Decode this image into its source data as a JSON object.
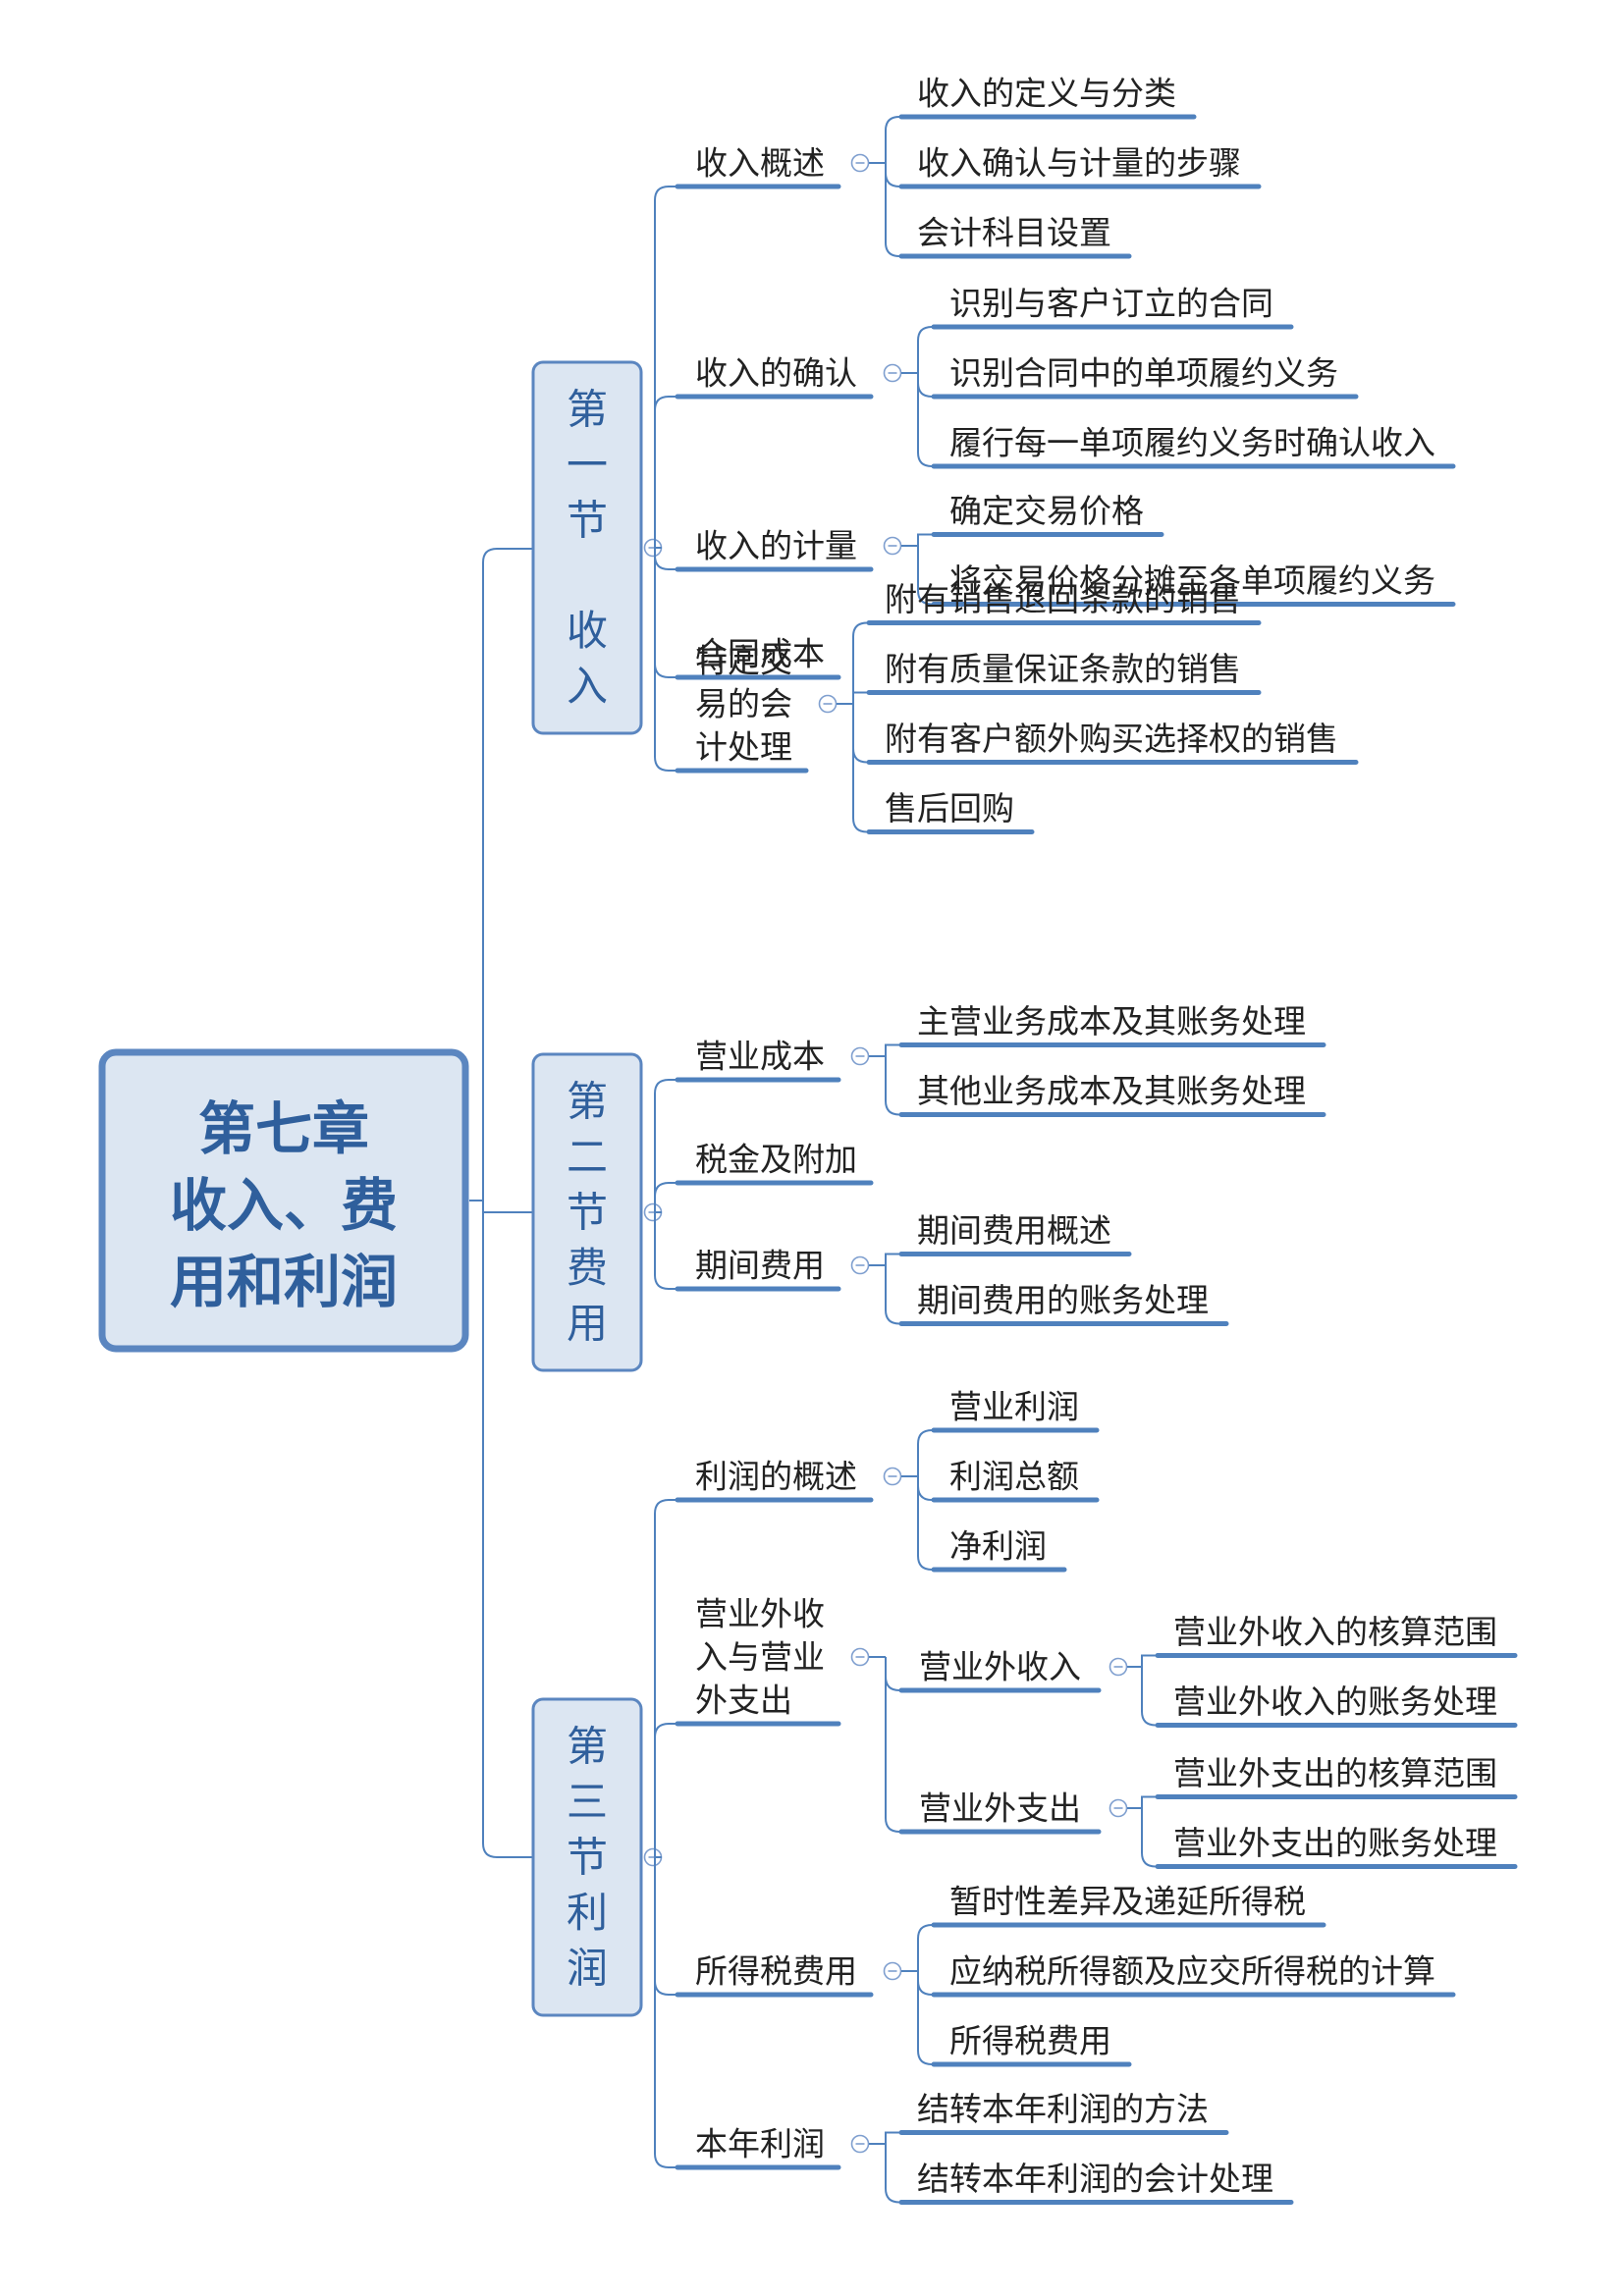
{
  "colors": {
    "line": "#4f81bd",
    "underline": "#4f81bd",
    "box_fill": "#dce6f2",
    "box_border": "#5b86c0",
    "text_dark": "#222222",
    "text_blue": "#2f5f9c"
  },
  "root": {
    "lines": [
      "第七章",
      "收入、费",
      "用和利润"
    ]
  },
  "sections": [
    {
      "chars": [
        "第",
        "一",
        "节",
        "",
        "收",
        "入"
      ],
      "topics": [
        {
          "lines": [
            "收入概述"
          ],
          "children": [
            "收入的定义与分类",
            "收入确认与计量的步骤",
            "会计科目设置"
          ]
        },
        {
          "lines": [
            "收入的确认"
          ],
          "children": [
            "识别与客户订立的合同",
            "识别合同中的单项履约义务",
            "履行每一单项履约义务时确认收入"
          ]
        },
        {
          "lines": [
            "收入的计量"
          ],
          "children": [
            "确定交易价格",
            "将交易价格分摊至各单项履约义务"
          ]
        },
        {
          "lines": [
            "合同成本"
          ],
          "children": []
        },
        {
          "lines": [
            "特定交",
            "易的会",
            "计处理"
          ],
          "children": [
            "附有销售退回条款的销售",
            "附有质量保证条款的销售",
            "附有客户额外购买选择权的销售",
            "售后回购"
          ]
        }
      ]
    },
    {
      "chars": [
        "第",
        "二",
        "节",
        "费",
        "用"
      ],
      "topics": [
        {
          "lines": [
            "营业成本"
          ],
          "children": [
            "主营业务成本及其账务处理",
            "其他业务成本及其账务处理"
          ]
        },
        {
          "lines": [
            "税金及附加"
          ],
          "children": []
        },
        {
          "lines": [
            "期间费用"
          ],
          "children": [
            "期间费用概述",
            "期间费用的账务处理"
          ]
        }
      ]
    },
    {
      "chars": [
        "第",
        "三",
        "节",
        "利",
        "润"
      ],
      "topics": [
        {
          "lines": [
            "利润的概述"
          ],
          "children": [
            "营业利润",
            "利润总额",
            "净利润"
          ]
        },
        {
          "lines": [
            "营业外收",
            "入与营业",
            "外支出"
          ],
          "subtopics": [
            {
              "label": "营业外收入",
              "children": [
                "营业外收入的核算范围",
                "营业外收入的账务处理"
              ]
            },
            {
              "label": "营业外支出",
              "children": [
                "营业外支出的核算范围",
                "营业外支出的账务处理"
              ]
            }
          ]
        },
        {
          "lines": [
            "所得税费用"
          ],
          "children": [
            "暂时性差异及递延所得税",
            "应纳税所得额及应交所得税的计算",
            "所得税费用"
          ]
        },
        {
          "lines": [
            "本年利润"
          ],
          "children": [
            "结转本年利润的方法",
            "结转本年利润的会计处理"
          ]
        }
      ]
    }
  ]
}
